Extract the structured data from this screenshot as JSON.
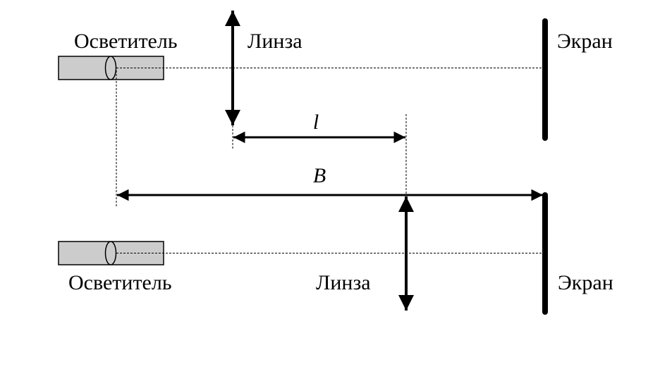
{
  "labels": {
    "illuminator_top": "Осветитель",
    "lens_top": "Линза",
    "screen_top": "Экран",
    "illuminator_bottom": "Осветитель",
    "lens_bottom": "Линза",
    "screen_bottom": "Экран",
    "distance_l": "l",
    "distance_B": "B"
  },
  "colors": {
    "illuminator_fill": "#cccccc",
    "stroke": "#000000"
  }
}
